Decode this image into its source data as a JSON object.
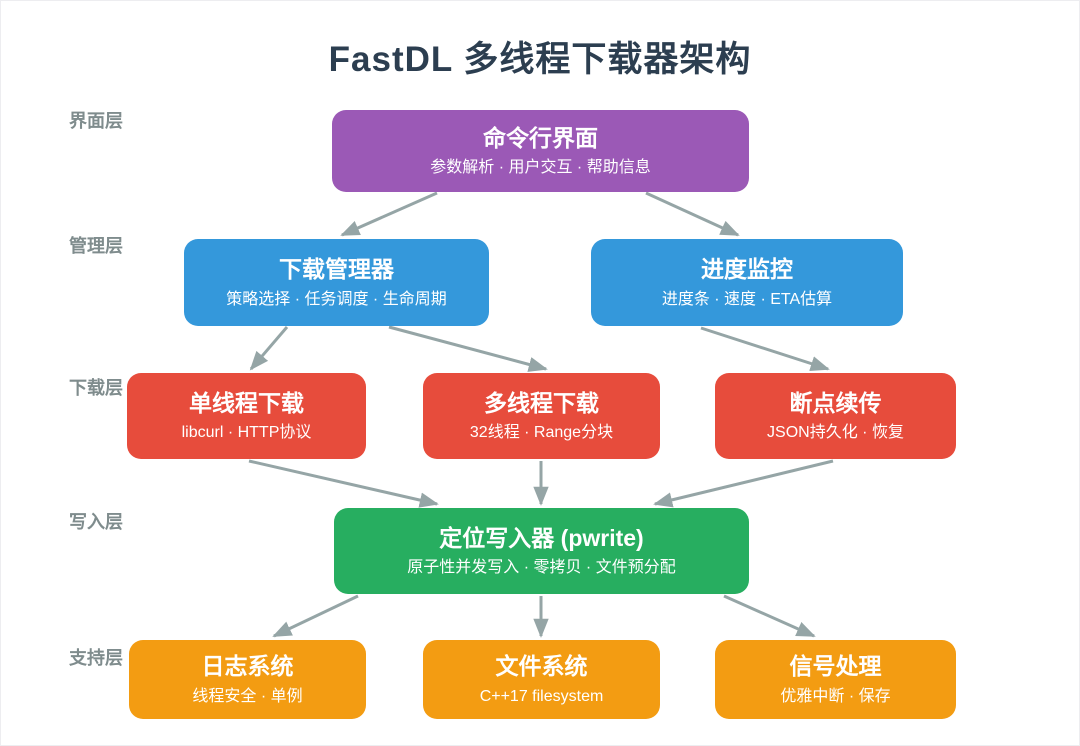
{
  "page": {
    "title": "FastDL 多线程下载器架构"
  },
  "palette": {
    "purple": "#9b59b6",
    "blue": "#3498db",
    "red": "#e74c3c",
    "green": "#27ae60",
    "orange": "#f39c12",
    "arrow": "#95a5a6",
    "title_text": "#2c3e50",
    "layer_label_text": "#7f8c8d",
    "node_text": "#ffffff"
  },
  "layers": [
    {
      "label": "界面层"
    },
    {
      "label": "管理层"
    },
    {
      "label": "下载层"
    },
    {
      "label": "写入层"
    },
    {
      "label": "支持层"
    }
  ],
  "nodes": {
    "cli": {
      "title": "命令行界面",
      "subtitle": "参数解析 · 用户交互 · 帮助信息",
      "color": "purple",
      "layer": "界面层"
    },
    "manager": {
      "title": "下载管理器",
      "subtitle": "策略选择 · 任务调度 · 生命周期",
      "color": "blue",
      "layer": "管理层"
    },
    "monitor": {
      "title": "进度监控",
      "subtitle": "进度条 · 速度 · ETA估算",
      "color": "blue",
      "layer": "管理层"
    },
    "single": {
      "title": "单线程下载",
      "subtitle": "libcurl · HTTP协议",
      "color": "red",
      "layer": "下载层"
    },
    "multi": {
      "title": "多线程下载",
      "subtitle": "32线程 · Range分块",
      "color": "red",
      "layer": "下载层"
    },
    "resume": {
      "title": "断点续传",
      "subtitle": "JSON持久化 · 恢复",
      "color": "red",
      "layer": "下载层"
    },
    "writer": {
      "title": "定位写入器 (pwrite)",
      "subtitle": "原子性并发写入 · 零拷贝 · 文件预分配",
      "color": "green",
      "layer": "写入层"
    },
    "logger": {
      "title": "日志系统",
      "subtitle": "线程安全 · 单例",
      "color": "orange",
      "layer": "支持层"
    },
    "fs": {
      "title": "文件系统",
      "subtitle": "C++17 filesystem",
      "color": "orange",
      "layer": "支持层"
    },
    "signal": {
      "title": "信号处理",
      "subtitle": "优雅中断 · 保存",
      "color": "orange",
      "layer": "支持层"
    }
  },
  "edges": [
    {
      "from": "cli",
      "to": "manager"
    },
    {
      "from": "cli",
      "to": "monitor"
    },
    {
      "from": "manager",
      "to": "single"
    },
    {
      "from": "manager",
      "to": "multi"
    },
    {
      "from": "monitor",
      "to": "resume"
    },
    {
      "from": "single",
      "to": "writer"
    },
    {
      "from": "multi",
      "to": "writer"
    },
    {
      "from": "resume",
      "to": "writer"
    },
    {
      "from": "writer",
      "to": "logger"
    },
    {
      "from": "writer",
      "to": "fs"
    },
    {
      "from": "writer",
      "to": "signal"
    }
  ]
}
